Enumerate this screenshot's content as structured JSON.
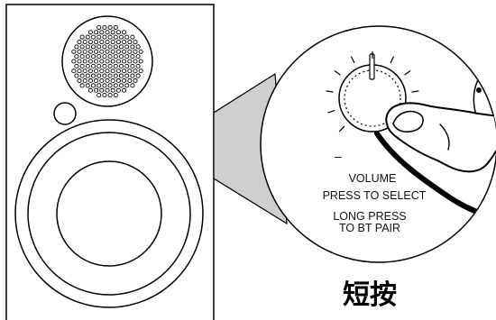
{
  "knob_labels": {
    "volume": "VOLUME",
    "press_to_select": "PRESS TO SELECT",
    "long_press_line1": "LONG PRESS",
    "long_press_line2": "TO BT PAIR",
    "minus_mark": "–"
  },
  "caption": "短按",
  "colors": {
    "line": "#000000",
    "zoom_beam": "#cfcfcf",
    "background": "#ffffff"
  },
  "icons": [
    "speaker-cabinet",
    "tweeter-grille",
    "woofer-cone",
    "volume-knob",
    "finger-press"
  ]
}
